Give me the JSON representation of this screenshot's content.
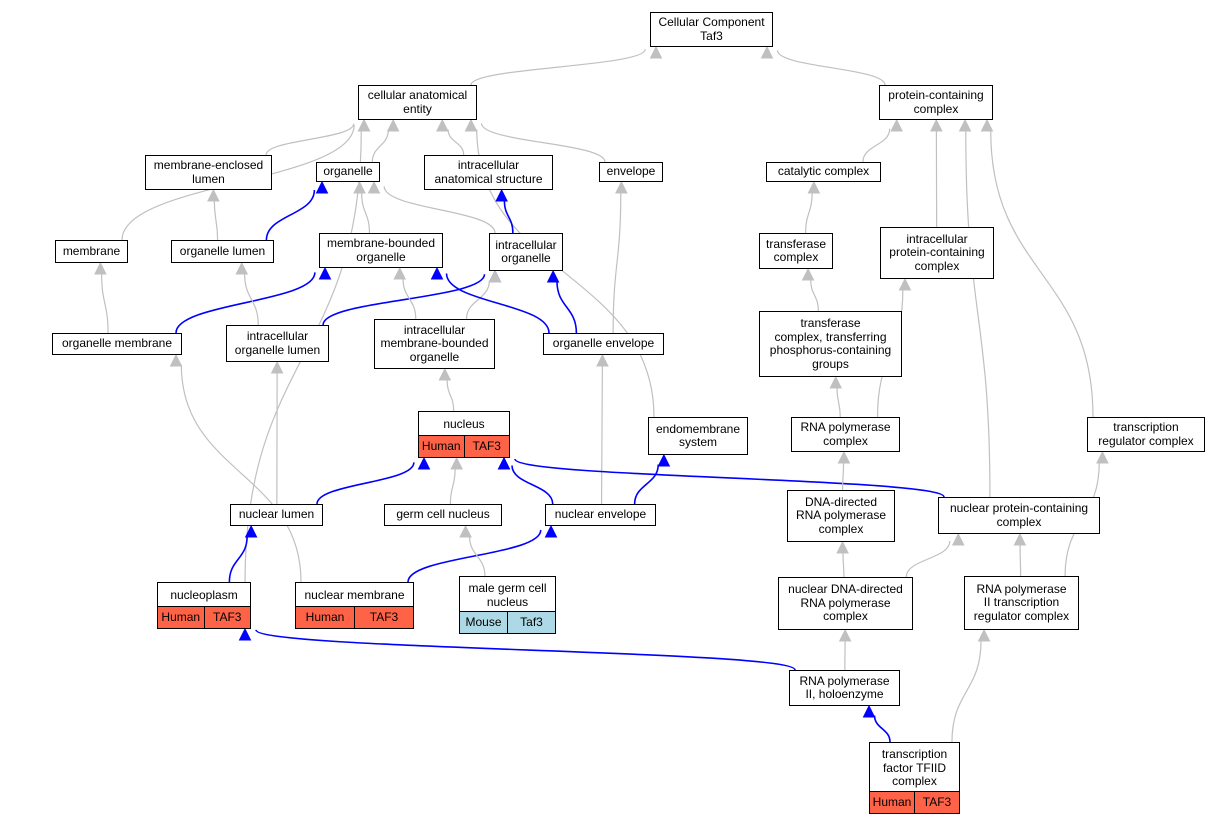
{
  "colors": {
    "human": "#ff6347",
    "mouse": "#add8e6",
    "edge_gray": "#c0c0c0",
    "edge_blue": "#0000ff"
  },
  "nodes": {
    "root": {
      "label": "Cellular Component\nTaf3"
    },
    "cae": {
      "label": "cellular anatomical\nentity"
    },
    "pcc": {
      "label": "protein-containing\ncomplex"
    },
    "mel": {
      "label": "membrane-enclosed\nlumen"
    },
    "org": {
      "label": "organelle"
    },
    "ias": {
      "label": "intracellular\nanatomical structure"
    },
    "env": {
      "label": "envelope"
    },
    "cat": {
      "label": "catalytic complex"
    },
    "mem": {
      "label": "membrane"
    },
    "orl": {
      "label": "organelle lumen"
    },
    "mbo": {
      "label": "membrane-bounded\norganelle"
    },
    "io": {
      "label": "intracellular\norganelle"
    },
    "tc": {
      "label": "transferase\ncomplex"
    },
    "ipcc": {
      "label": "intracellular\nprotein-containing\ncomplex"
    },
    "om": {
      "label": "organelle membrane"
    },
    "iol": {
      "label": "intracellular\norganelle lumen"
    },
    "imbo": {
      "label": "intracellular\nmembrane-bounded\norganelle"
    },
    "oe": {
      "label": "organelle envelope"
    },
    "tcp": {
      "label": "transferase\ncomplex, transferring\nphosphorus-containing\ngroups"
    },
    "nuc": {
      "label": "nucleus",
      "tags": [
        {
          "text": "Human",
          "kind": "human"
        },
        {
          "text": "TAF3",
          "kind": "human"
        }
      ]
    },
    "ems": {
      "label": "endomembrane\nsystem"
    },
    "rnap": {
      "label": "RNA polymerase\ncomplex"
    },
    "trc": {
      "label": "transcription\nregulator complex"
    },
    "nl": {
      "label": "nuclear lumen"
    },
    "gcn": {
      "label": "germ cell nucleus"
    },
    "ne": {
      "label": "nuclear envelope"
    },
    "ddrp": {
      "label": "DNA-directed\nRNA polymerase\ncomplex"
    },
    "npcc": {
      "label": "nuclear protein-containing\ncomplex"
    },
    "np": {
      "label": "nucleoplasm",
      "tags": [
        {
          "text": "Human",
          "kind": "human"
        },
        {
          "text": "TAF3",
          "kind": "human"
        }
      ]
    },
    "nm": {
      "label": "nuclear membrane",
      "tags": [
        {
          "text": "Human",
          "kind": "human"
        },
        {
          "text": "TAF3",
          "kind": "human"
        }
      ]
    },
    "mgcn": {
      "label": "male germ cell\nnucleus",
      "tags": [
        {
          "text": "Mouse",
          "kind": "mouse"
        },
        {
          "text": "Taf3",
          "kind": "mouse"
        }
      ]
    },
    "nddr": {
      "label": "nuclear DNA-directed\nRNA polymerase\ncomplex"
    },
    "rp2t": {
      "label": "RNA polymerase\nII transcription\nregulator complex"
    },
    "rp2h": {
      "label": "RNA polymerase\nII, holoenzyme"
    },
    "tfiid": {
      "label": "transcription\nfactor TFIID\ncomplex",
      "tags": [
        {
          "text": "Human",
          "kind": "human"
        },
        {
          "text": "TAF3",
          "kind": "human"
        }
      ]
    }
  },
  "edges": [
    {
      "from": "cae",
      "to": "root",
      "color": "gray"
    },
    {
      "from": "pcc",
      "to": "root",
      "color": "gray"
    },
    {
      "from": "mel",
      "to": "cae",
      "color": "gray"
    },
    {
      "from": "org",
      "to": "cae",
      "color": "gray"
    },
    {
      "from": "ias",
      "to": "cae",
      "color": "gray"
    },
    {
      "from": "env",
      "to": "cae",
      "color": "gray"
    },
    {
      "from": "mem",
      "to": "cae",
      "color": "gray"
    },
    {
      "from": "np",
      "to": "cae",
      "color": "gray"
    },
    {
      "from": "ems",
      "to": "cae",
      "color": "gray"
    },
    {
      "from": "cat",
      "to": "pcc",
      "color": "gray"
    },
    {
      "from": "ipcc",
      "to": "pcc",
      "color": "gray"
    },
    {
      "from": "npcc",
      "to": "pcc",
      "color": "gray"
    },
    {
      "from": "trc",
      "to": "pcc",
      "color": "gray"
    },
    {
      "from": "orl",
      "to": "mel",
      "color": "gray"
    },
    {
      "from": "orl",
      "to": "org",
      "color": "blue"
    },
    {
      "from": "mbo",
      "to": "org",
      "color": "gray"
    },
    {
      "from": "io",
      "to": "org",
      "color": "gray"
    },
    {
      "from": "io",
      "to": "ias",
      "color": "blue"
    },
    {
      "from": "oe",
      "to": "env",
      "color": "gray"
    },
    {
      "from": "tc",
      "to": "cat",
      "color": "gray"
    },
    {
      "from": "om",
      "to": "mem",
      "color": "gray"
    },
    {
      "from": "om",
      "to": "mbo",
      "color": "blue"
    },
    {
      "from": "iol",
      "to": "orl",
      "color": "gray"
    },
    {
      "from": "iol",
      "to": "io",
      "color": "blue"
    },
    {
      "from": "imbo",
      "to": "mbo",
      "color": "gray"
    },
    {
      "from": "imbo",
      "to": "io",
      "color": "gray"
    },
    {
      "from": "oe",
      "to": "mbo",
      "color": "blue"
    },
    {
      "from": "oe",
      "to": "io",
      "color": "blue"
    },
    {
      "from": "tcp",
      "to": "tc",
      "color": "gray"
    },
    {
      "from": "rnap",
      "to": "tcp",
      "color": "gray"
    },
    {
      "from": "rnap",
      "to": "ipcc",
      "color": "gray"
    },
    {
      "from": "nuc",
      "to": "imbo",
      "color": "gray"
    },
    {
      "from": "nl",
      "to": "iol",
      "color": "gray"
    },
    {
      "from": "nl",
      "to": "nuc",
      "color": "blue"
    },
    {
      "from": "gcn",
      "to": "nuc",
      "color": "gray"
    },
    {
      "from": "ne",
      "to": "oe",
      "color": "gray"
    },
    {
      "from": "ne",
      "to": "nuc",
      "color": "blue"
    },
    {
      "from": "ne",
      "to": "ems",
      "color": "blue"
    },
    {
      "from": "npcc",
      "to": "nuc",
      "color": "blue"
    },
    {
      "from": "ddrp",
      "to": "rnap",
      "color": "gray"
    },
    {
      "from": "np",
      "to": "nl",
      "color": "blue"
    },
    {
      "from": "nm",
      "to": "om",
      "color": "gray"
    },
    {
      "from": "nm",
      "to": "ne",
      "color": "blue"
    },
    {
      "from": "mgcn",
      "to": "gcn",
      "color": "gray"
    },
    {
      "from": "nddr",
      "to": "ddrp",
      "color": "gray"
    },
    {
      "from": "nddr",
      "to": "npcc",
      "color": "gray"
    },
    {
      "from": "rp2t",
      "to": "npcc",
      "color": "gray"
    },
    {
      "from": "rp2t",
      "to": "trc",
      "color": "gray"
    },
    {
      "from": "rp2h",
      "to": "nddr",
      "color": "gray"
    },
    {
      "from": "rp2h",
      "to": "np",
      "color": "blue"
    },
    {
      "from": "tfiid",
      "to": "rp2h",
      "color": "blue"
    },
    {
      "from": "tfiid",
      "to": "rp2t",
      "color": "gray"
    }
  ]
}
